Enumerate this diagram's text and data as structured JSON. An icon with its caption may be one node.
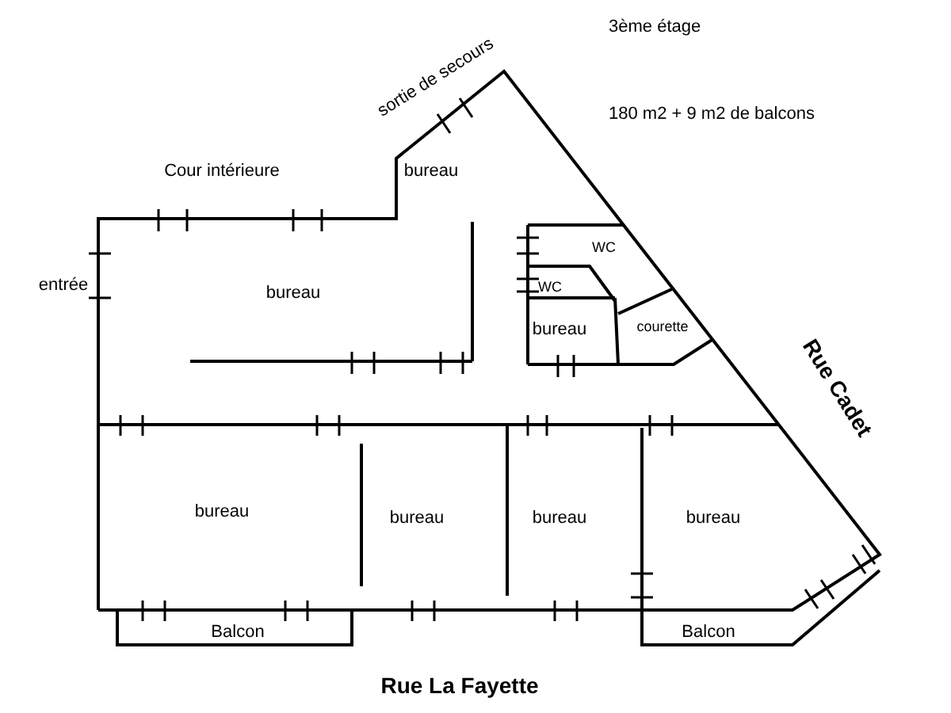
{
  "diagram": {
    "labels": [
      "sortie de secours",
      "3ème étage",
      "bureau",
      "180 m2 + 9 m2 de balcons",
      "Cour intérieure",
      "WC",
      "entrée",
      "bureau",
      "WC",
      "bureau",
      "courette",
      "Rue Cadet",
      "bureau",
      "bureau",
      "bureau",
      "bureau",
      "Balcon",
      "Balcon",
      "Rue La Fayette"
    ]
  }
}
